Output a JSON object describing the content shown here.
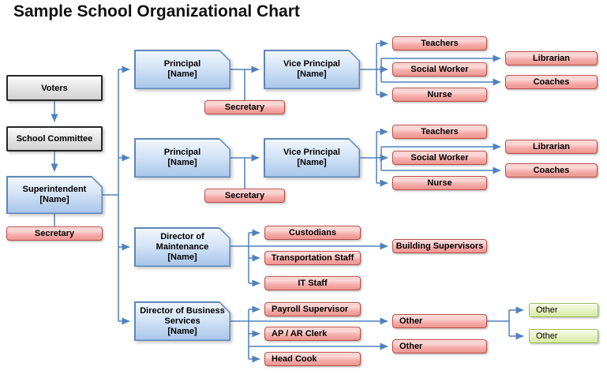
{
  "title": "Sample School Organizational Chart",
  "colors": {
    "connector": "#4f81bd",
    "blue_box_border": "#5d87b8",
    "red_box_border": "#b94b47",
    "green_box_border": "#9cb95c",
    "gray_box_border": "#262626"
  },
  "nodes": {
    "voters": "Voters",
    "school_committee": "School Committee",
    "superintendent": {
      "role": "Superintendent",
      "name": "[Name]"
    },
    "superintendent_secretary": "Secretary",
    "principal_1": {
      "role": "Principal",
      "name": "[Name]"
    },
    "principal_1_secretary": "Secretary",
    "vice_principal_1": {
      "role": "Vice Principal",
      "name": "[Name]"
    },
    "teachers_1": "Teachers",
    "social_worker_1": "Social Worker",
    "nurse_1": "Nurse",
    "librarian_1": "Librarian",
    "coaches_1": "Coaches",
    "principal_2": {
      "role": "Principal",
      "name": "[Name]"
    },
    "principal_2_secretary": "Secretary",
    "vice_principal_2": {
      "role": "Vice Principal",
      "name": "[Name]"
    },
    "teachers_2": "Teachers",
    "social_worker_2": "Social Worker",
    "nurse_2": "Nurse",
    "librarian_2": "Librarian",
    "coaches_2": "Coaches",
    "director_maintenance": {
      "role": "Director of Maintenance",
      "name": "[Name]"
    },
    "custodians": "Custodians",
    "transportation_staff": "Transportation Staff",
    "it_staff": "IT Staff",
    "building_supervisors": "Building Supervisors",
    "director_business": {
      "role": "Director of Business Services",
      "name": "[Name]"
    },
    "payroll_supervisor": "Payroll Supervisor",
    "ap_ar_clerk": "AP / AR Clerk",
    "head_cook": "Head Cook",
    "other_pink_1": "Other",
    "other_pink_2": "Other",
    "other_green_1": "Other",
    "other_green_2": "Other"
  }
}
